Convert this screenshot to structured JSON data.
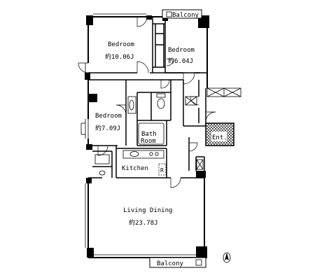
{
  "rooms": {
    "bedroom_1": {
      "name": "Bedroom",
      "area": "約10.06J"
    },
    "bedroom_2": {
      "name": "Bedroom",
      "area": "約6.04J"
    },
    "bedroom_3": {
      "name": "Bedroom",
      "area": "約7.09J"
    },
    "bath": {
      "line1": "Bath",
      "line2": "Room"
    },
    "kitchen": {
      "name": "Kitchen"
    },
    "fridge": {
      "mark": "R"
    },
    "living_dining": {
      "name": "Living Dining",
      "area": "約23.78J"
    },
    "entrance": {
      "name": "Ent."
    }
  },
  "balconies": {
    "top": "Balcony",
    "bottom": "Balcony"
  },
  "north_arrow": {
    "icon": "north-arrow-icon"
  },
  "colors": {
    "wall": "#000000",
    "background": "#ffffff"
  }
}
